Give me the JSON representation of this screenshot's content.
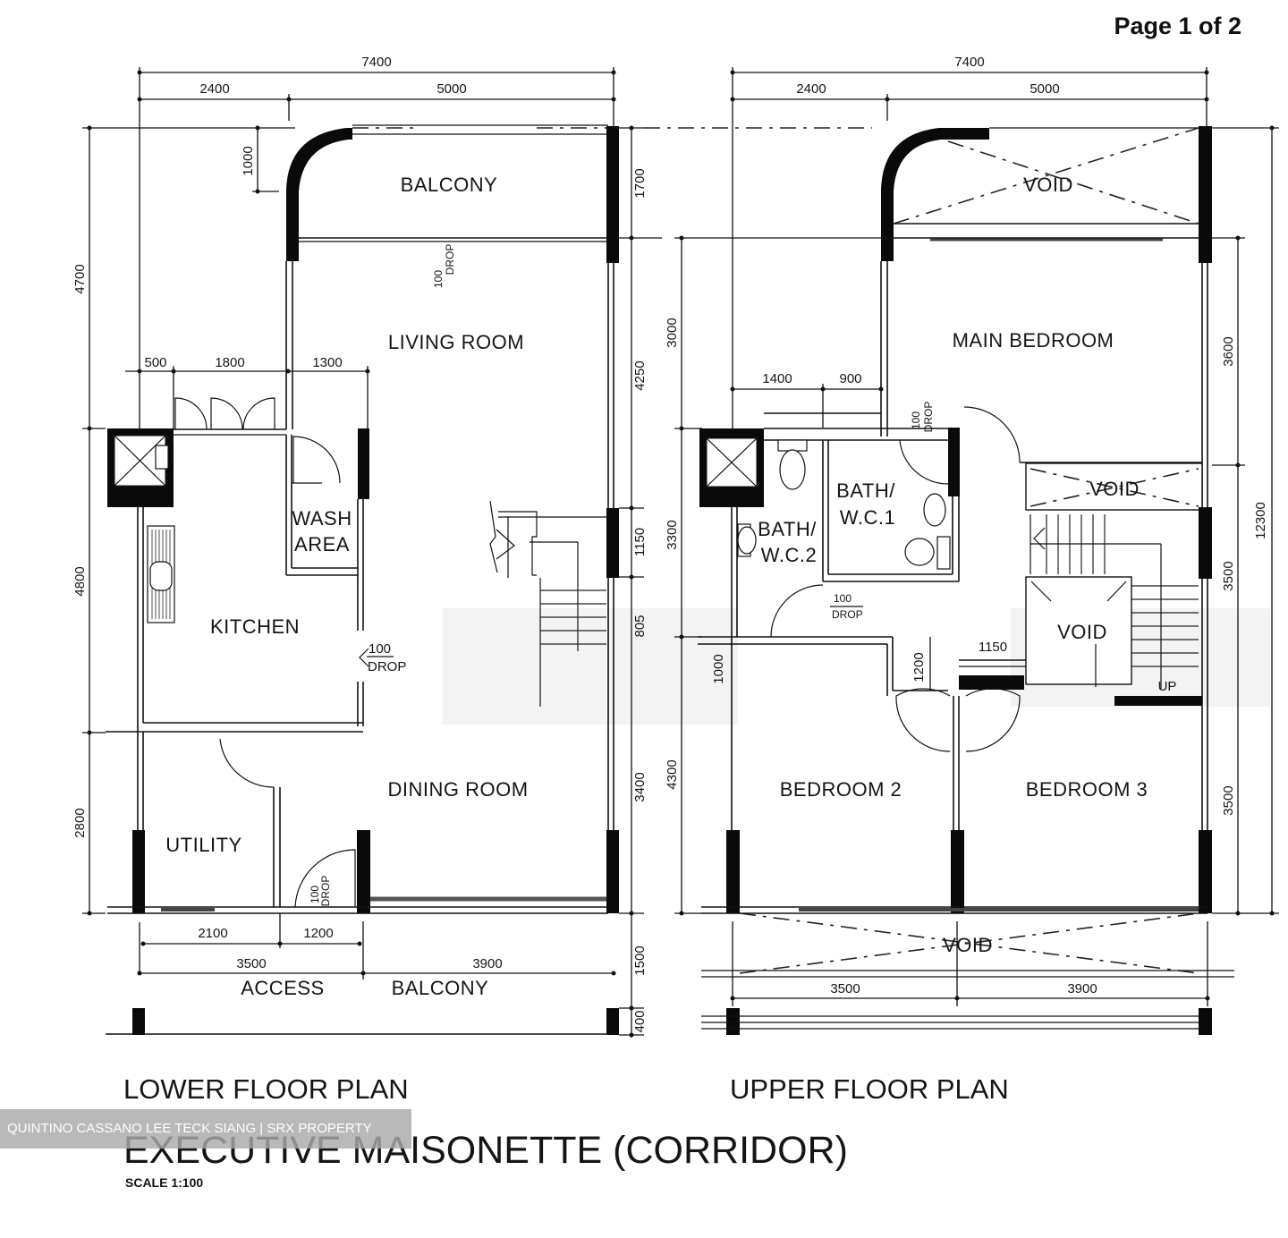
{
  "page": {
    "indicator": "Page 1 of 2"
  },
  "title": {
    "main": "EXECUTIVE MAISONETTE (CORRIDOR)",
    "scale": "SCALE 1:100"
  },
  "watermark": "QUINTINO CASSANO LEE TECK SIANG | SRX PROPERTY",
  "lower_plan": {
    "caption": "LOWER FLOOR PLAN",
    "rooms": {
      "balcony_top": "BALCONY",
      "living": "LIVING ROOM",
      "wash_1": "WASH",
      "wash_2": "AREA",
      "kitchen": "KITCHEN",
      "dining": "DINING ROOM",
      "utility": "UTILITY",
      "access": "ACCESS",
      "balcony_bottom": "BALCONY"
    },
    "notes": {
      "drop_balcony_num": "100",
      "drop_balcony_txt": "DROP",
      "drop_kitchen_num": "100",
      "drop_kitchen_txt": "DROP",
      "drop_entry_num": "100",
      "drop_entry_txt": "DROP"
    },
    "dims": {
      "top_total": "7400",
      "top_left": "2400",
      "top_right": "5000",
      "recess": "1000",
      "sub_500": "500",
      "sub_1800": "1800",
      "sub_1300": "1300",
      "left_4700": "4700",
      "left_4800": "4800",
      "left_2800": "2800",
      "right_1700": "1700",
      "right_4250": "4250",
      "right_1150": "1150",
      "right_805": "805",
      "right_3400": "3400",
      "right_1500": "1500",
      "right_400": "400",
      "bottom_2100": "2100",
      "bottom_1200": "1200",
      "bottom_3500": "3500",
      "bottom_3900": "3900"
    }
  },
  "upper_plan": {
    "caption": "UPPER FLOOR PLAN",
    "rooms": {
      "void_top": "VOID",
      "main_bedroom": "MAIN BEDROOM",
      "bath1_1": "BATH/",
      "bath1_2": "W.C.1",
      "bath2_1": "BATH/",
      "bath2_2": "W.C.2",
      "void_stair": "VOID",
      "void_mid": "VOID",
      "bedroom2": "BEDROOM 2",
      "bedroom3": "BEDROOM 3",
      "void_bottom": "VOID"
    },
    "notes": {
      "drop_bath1_num": "100",
      "drop_bath1_txt": "DROP",
      "drop_bath2_num": "100",
      "drop_bath2_txt": "DROP"
    },
    "dims": {
      "top_total": "7400",
      "top_left": "2400",
      "top_right": "5000",
      "sub_1400": "1400",
      "sub_900": "900",
      "left_3000": "3000",
      "left_3300": "3300",
      "left_1000": "1000",
      "left_4300": "4300",
      "right_3600": "3600",
      "right_3500a": "3500",
      "right_3500b": "3500",
      "right_total": "12300",
      "inner_1150": "1150",
      "inner_1200": "1200",
      "stair_up": "UP",
      "bottom_3500": "3500",
      "bottom_3900": "3900"
    }
  }
}
